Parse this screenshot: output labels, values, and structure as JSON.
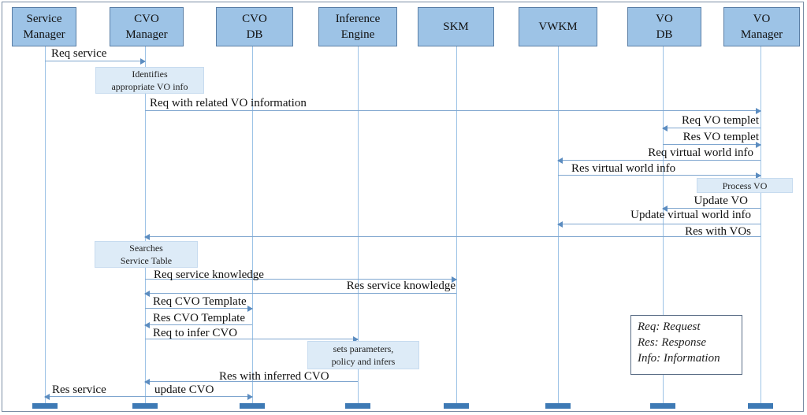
{
  "actors": [
    {
      "id": "service_manager",
      "label": "Service\nManager"
    },
    {
      "id": "cvo_manager",
      "label": "CVO\nManager"
    },
    {
      "id": "cvo_db",
      "label": "CVO\nDB"
    },
    {
      "id": "inference_engine",
      "label": "Inference\nEngine"
    },
    {
      "id": "skm",
      "label": "SKM"
    },
    {
      "id": "vwkm",
      "label": "VWKM"
    },
    {
      "id": "vo_db",
      "label": "VO\nDB"
    },
    {
      "id": "vo_manager",
      "label": "VO\nManager"
    }
  ],
  "messages": [
    {
      "label": "Req service",
      "from": "service_manager",
      "to": "cvo_manager"
    },
    {
      "label": "Req with related VO information",
      "from": "cvo_manager",
      "to": "vo_manager"
    },
    {
      "label": "Req VO templet",
      "from": "vo_manager",
      "to": "vo_db"
    },
    {
      "label": "Res VO templet",
      "from": "vo_db",
      "to": "vo_manager"
    },
    {
      "label": "Req virtual world info",
      "from": "vo_manager",
      "to": "vwkm"
    },
    {
      "label": "Res virtual world info",
      "from": "vwkm",
      "to": "vo_manager"
    },
    {
      "label": "Update VO",
      "from": "vo_manager",
      "to": "vo_db"
    },
    {
      "label": "Update virtual world info",
      "from": "vo_manager",
      "to": "vwkm"
    },
    {
      "label": "Res with VOs",
      "from": "vo_manager",
      "to": "cvo_manager"
    },
    {
      "label": "Req service knowledge",
      "from": "cvo_manager",
      "to": "skm"
    },
    {
      "label": "Res service knowledge",
      "from": "skm",
      "to": "cvo_manager"
    },
    {
      "label": "Req CVO Template",
      "from": "cvo_manager",
      "to": "cvo_db"
    },
    {
      "label": "Res CVO Template",
      "from": "cvo_db",
      "to": "cvo_manager"
    },
    {
      "label": "Req to infer CVO",
      "from": "cvo_manager",
      "to": "inference_engine"
    },
    {
      "label": "Res with inferred CVO",
      "from": "inference_engine",
      "to": "cvo_manager"
    },
    {
      "label": "Res service",
      "from": "cvo_manager",
      "to": "service_manager"
    },
    {
      "label": "update CVO",
      "from": "cvo_manager",
      "to": "cvo_db"
    }
  ],
  "notes": [
    {
      "label": "Identifies\nappropriate VO info"
    },
    {
      "label": "Process VO"
    },
    {
      "label": "Searches\nService Table"
    },
    {
      "label": "sets parameters,\npolicy and infers"
    }
  ],
  "legend": [
    "Req: Request",
    "Res: Response",
    "Info: Information"
  ]
}
